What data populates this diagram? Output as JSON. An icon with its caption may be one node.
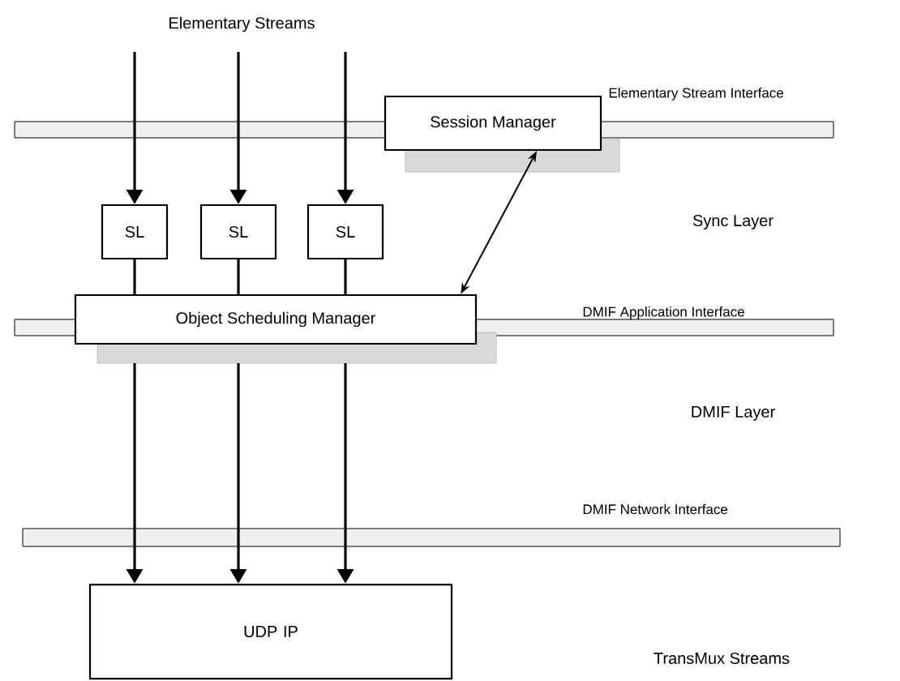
{
  "diagram": {
    "nodes": [
      {
        "text": [
          "Session Manager"
        ]
      },
      {
        "text": [
          "SL"
        ]
      },
      {
        "text": [
          "SL"
        ]
      },
      {
        "text": [
          "SL"
        ]
      },
      {
        "text": [
          "Object Scheduling Manager"
        ]
      },
      {
        "text": [
          "UDP IP"
        ]
      }
    ],
    "edges": [
      {
        "from": null,
        "to": 1,
        "arrow": "to"
      },
      {
        "from": null,
        "to": 2,
        "arrow": "to"
      },
      {
        "from": null,
        "to": 3,
        "arrow": "to"
      },
      {
        "from": 1,
        "to": 4,
        "arrow": "none"
      },
      {
        "from": 2,
        "to": 4,
        "arrow": "none"
      },
      {
        "from": 3,
        "to": 4,
        "arrow": "none"
      },
      {
        "from": 0,
        "to": 4,
        "arrow": "both"
      },
      {
        "from": 4,
        "to": 5,
        "arrow": "to"
      },
      {
        "from": 4,
        "to": 5,
        "arrow": "to"
      },
      {
        "from": 4,
        "to": 5,
        "arrow": "to"
      }
    ],
    "labels": [
      "Elementary Streams",
      "Elementary Stream Interface",
      "Sync Layer",
      "DMIF Application Interface",
      "DMIF Layer",
      "DMIF Network Interface",
      "TransMux Streams"
    ]
  }
}
